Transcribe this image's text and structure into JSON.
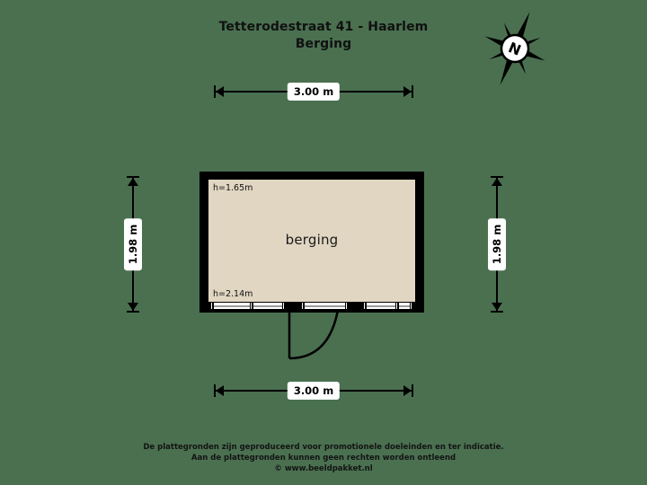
{
  "document": {
    "background_color": "#4a7050",
    "floor_fill_color": "#e1d6c2",
    "wall_color": "#000000"
  },
  "title": {
    "line1": "Tetterodestraat 41 - Haarlem",
    "line2": "Berging"
  },
  "compass": {
    "icon": "north-arrow-compass-icon",
    "label": "N"
  },
  "plan": {
    "room_label": "berging",
    "height_top": "h=1.65m",
    "height_bottom": "h=2.14m"
  },
  "dimensions": {
    "top": "3.00 m",
    "bottom": "3.00 m",
    "left": "1.98 m",
    "right": "1.98 m"
  },
  "footer": {
    "line1": "De plattegronden zijn geproduceerd voor promotionele doeleinden en ter indicatie.",
    "line2": "Aan de plattegronden kunnen geen rechten worden ontleend",
    "line3": "© www.beeldpakket.nl"
  }
}
